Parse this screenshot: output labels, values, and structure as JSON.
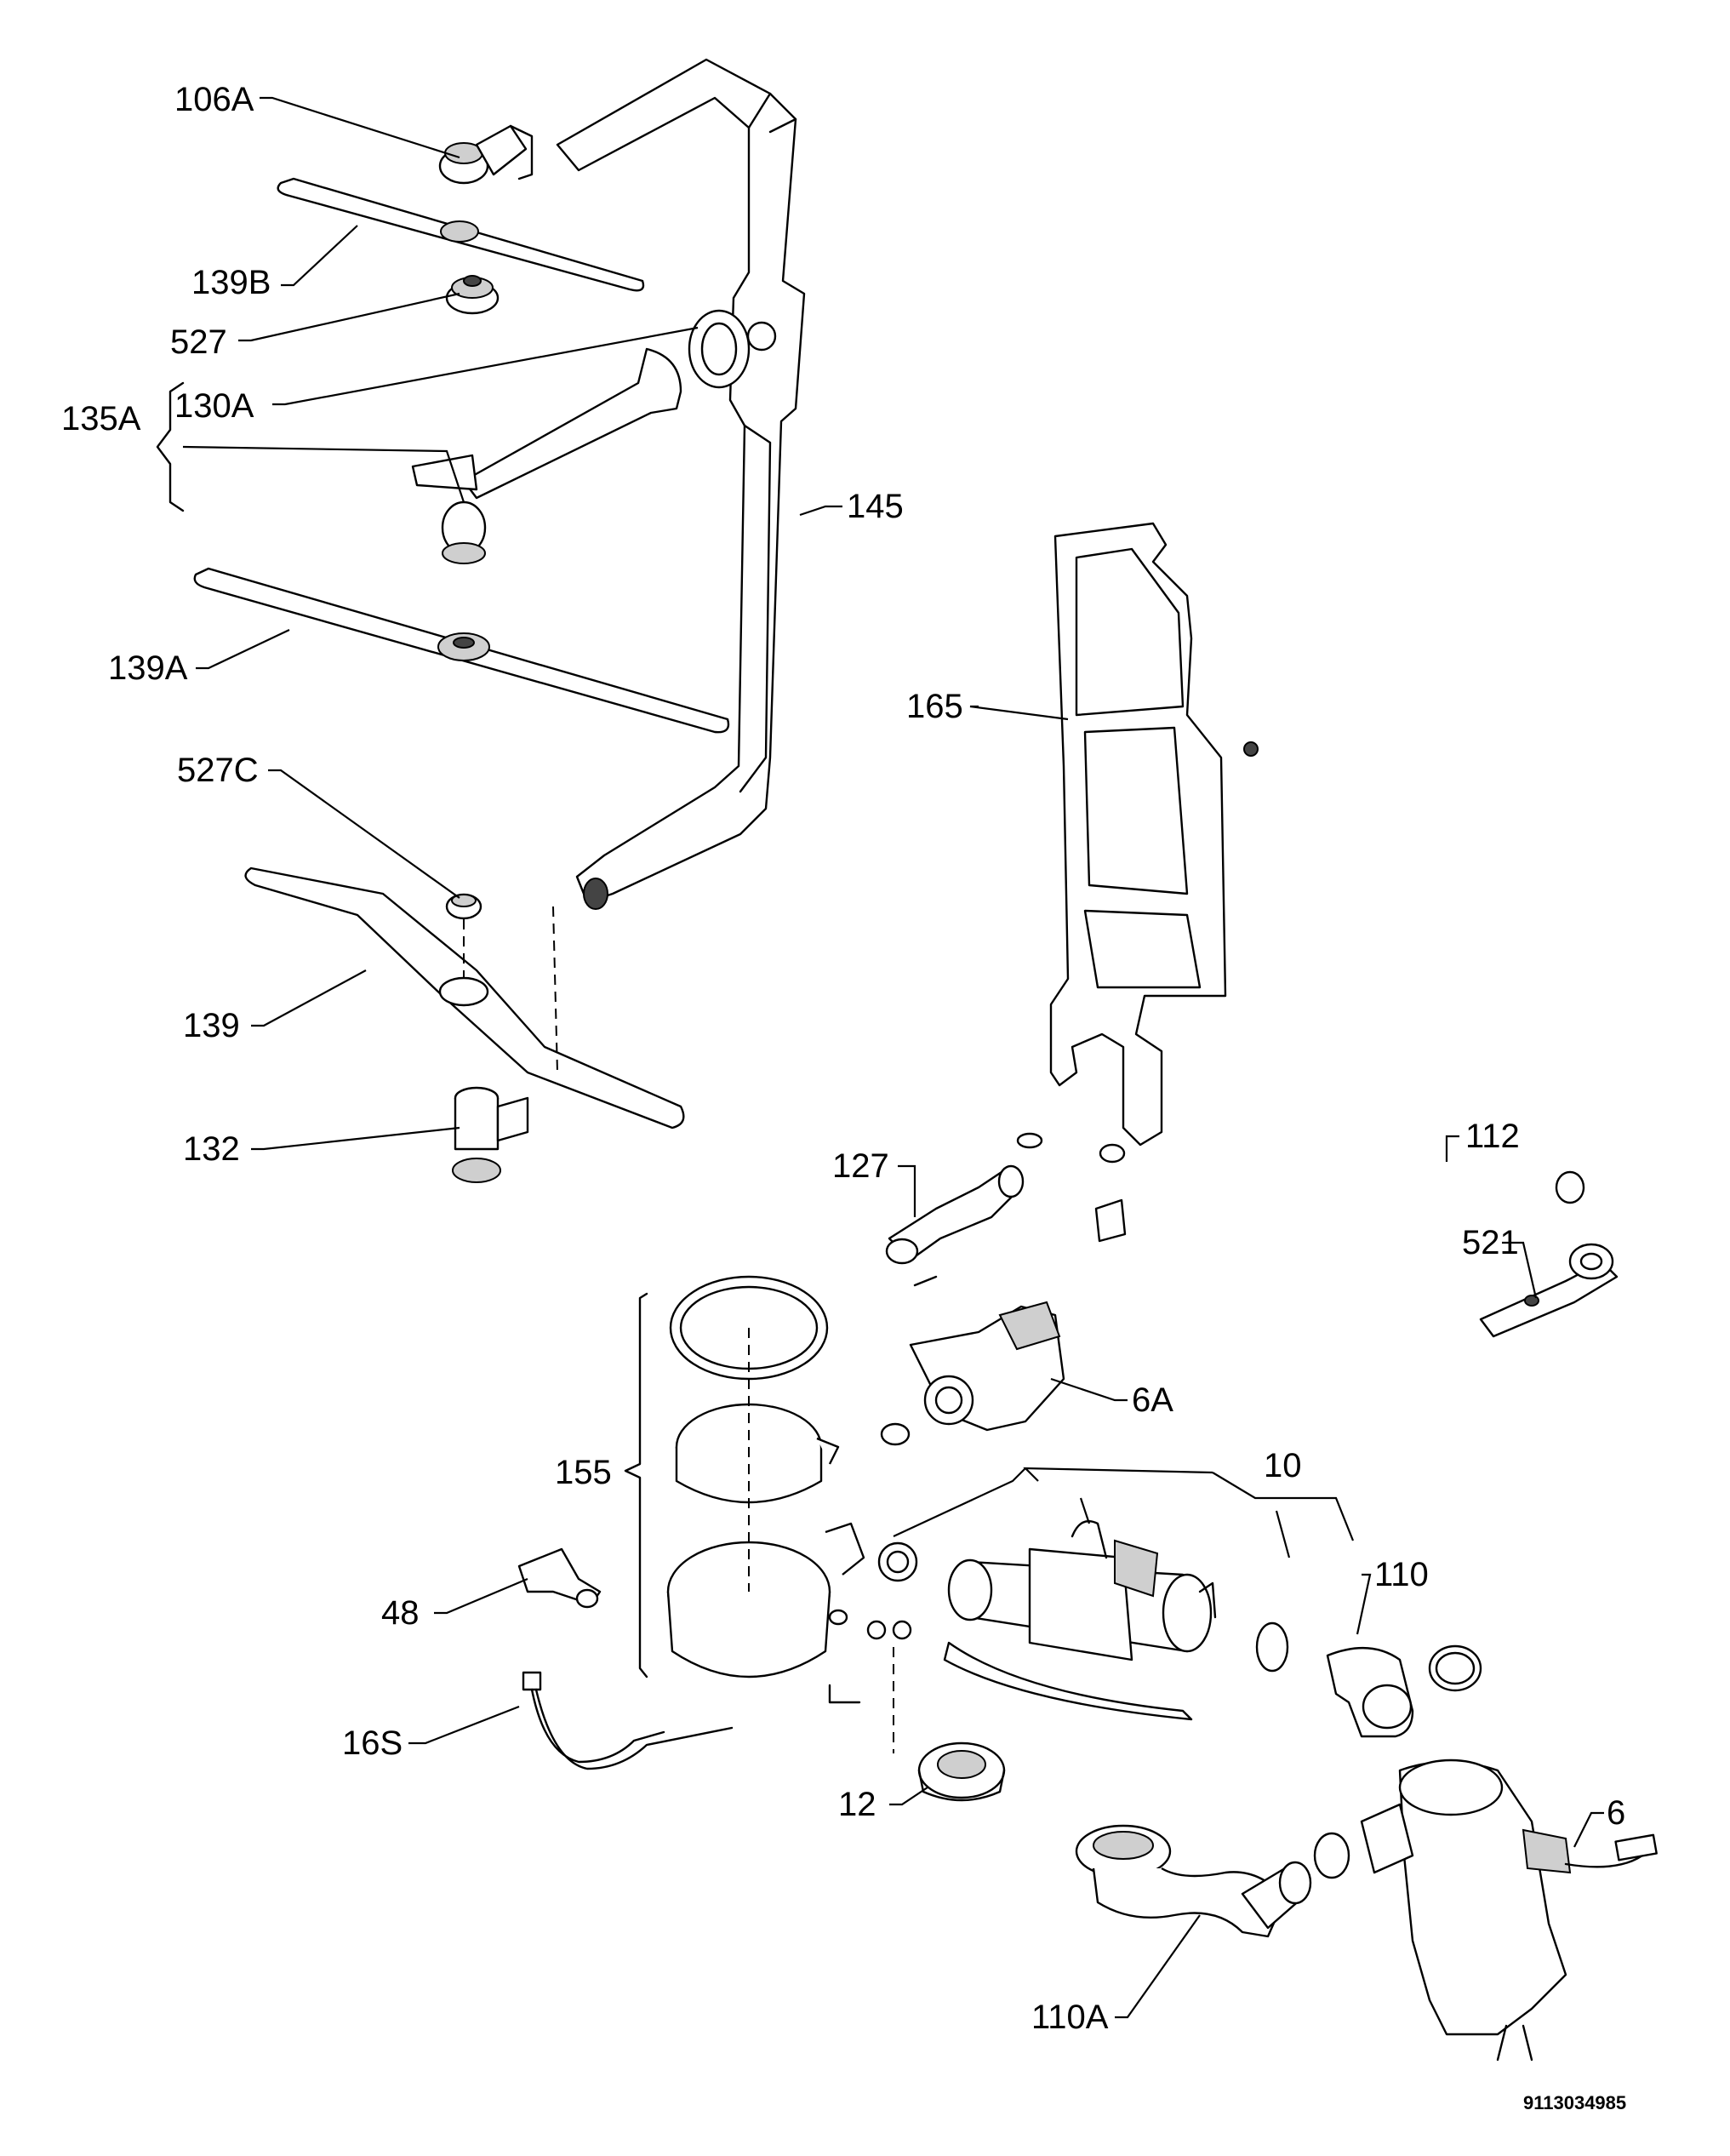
{
  "labels": {
    "l106a": "106A",
    "l139b": "139B",
    "l527": "527",
    "l135a": "135A",
    "l130a": "130A",
    "l145": "145",
    "l139a": "139A",
    "l165": "165",
    "l527c": "527C",
    "l139": "139",
    "l112": "112",
    "l132": "132",
    "l127": "127",
    "l521": "521",
    "l6a": "6A",
    "l155": "155",
    "l10": "10",
    "l110": "110",
    "l48": "48",
    "l16s": "16S",
    "l12": "12",
    "l6": "6",
    "l110a": "110A"
  },
  "drawing_code": "9113034985"
}
